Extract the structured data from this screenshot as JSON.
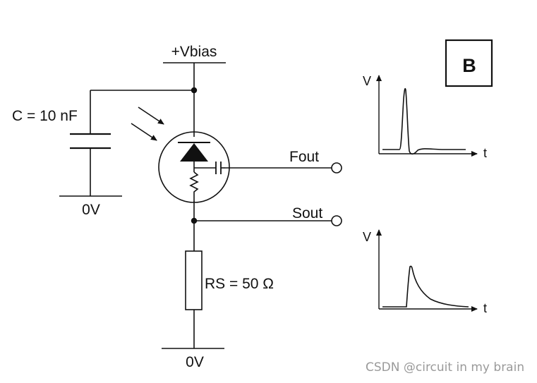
{
  "panel_label": "B",
  "supply": {
    "label": "+Vbias"
  },
  "capacitor": {
    "label": "C = 10 nF",
    "ground_label": "0V"
  },
  "resistor": {
    "label": "RS = 50 Ω",
    "ground_label": "0V"
  },
  "outputs": {
    "fast": "Fout",
    "slow": "Sout"
  },
  "waveforms": {
    "fast": {
      "y_axis": "V",
      "x_axis": "t"
    },
    "slow": {
      "y_axis": "V",
      "x_axis": "t"
    }
  },
  "watermark": "CSDN @circuit in my brain",
  "colors": {
    "ink": "#111111",
    "watermark": "#9a9a9a"
  }
}
